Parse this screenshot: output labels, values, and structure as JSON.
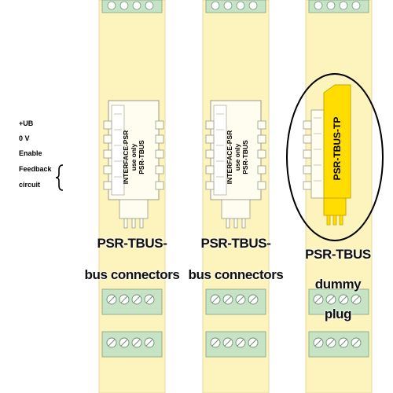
{
  "signals": {
    "ub": "+UB",
    "zero_v": "0 V",
    "enable": "Enable",
    "feedback": "Feedback",
    "circuit": "circuit"
  },
  "modules": [
    {
      "connector_text": [
        "INTERFACE-PSR",
        "use only",
        "PSR-TBUS"
      ],
      "caption_line1": "PSR-TBUS-",
      "caption_line2": "bus connectors"
    },
    {
      "connector_text": [
        "INTERFACE-PSR",
        "use only",
        "PSR-TBUS"
      ],
      "caption_line1": "PSR-TBUS-",
      "caption_line2": "bus connectors"
    },
    {
      "connector_text": [
        "PSR-TBUS-TP"
      ],
      "caption_line1": "PSR-TBUS",
      "caption_line2": "dummy",
      "caption_line3": "plug"
    }
  ],
  "colors": {
    "module_body": "#fdf3bd",
    "module_edge": "#e4d9a0",
    "wire": "#f5b800",
    "wire_dark": "#c98a00",
    "terminal_green": "#c7e3c6",
    "dummy_plug": "#ffdd00",
    "connector_white": "#fffdf0"
  }
}
